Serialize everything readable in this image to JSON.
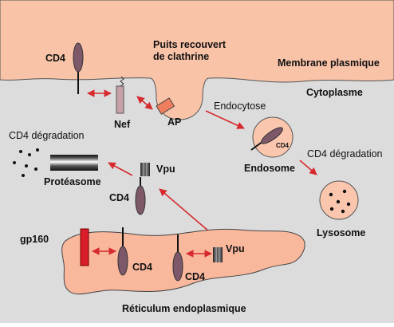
{
  "diagram": {
    "labels": {
      "membrane": "Membrane plasmique",
      "cytoplasm": "Cytoplasme",
      "coated_pit": [
        "Puits recouvert",
        "de clathrine"
      ],
      "cd4_membrane": "CD4",
      "nef": "Nef",
      "ap": "AP",
      "endocytosis": "Endocytose",
      "endosome": "Endosome",
      "endosome_cd4": "CD4",
      "cd4_degradation_left": "CD4 dégradation",
      "cd4_degradation_right": "CD4 dégradation",
      "proteasome": "Protéasome",
      "vpu_top": "Vpu",
      "cd4_mid": "CD4",
      "lysosome": "Lysosome",
      "gp160": "gp160",
      "cd4_er_left": "CD4",
      "cd4_er_right": "CD4",
      "vpu_er": "Vpu",
      "er": "Réticulum endoplasmique"
    },
    "colors": {
      "cytoplasm_bg": "#dcdcdc",
      "membrane_fill": "#f9c3a8",
      "er_fill": "#f9b79c",
      "cd4_fill": "#7d5868",
      "nef_fill": "#c7a1aa",
      "ap_fill": "#ef7e5e",
      "gp160_fill": "#d91c2a",
      "arrow": "#d62a2f",
      "vesicle_fill": "#fbc6ae"
    }
  }
}
